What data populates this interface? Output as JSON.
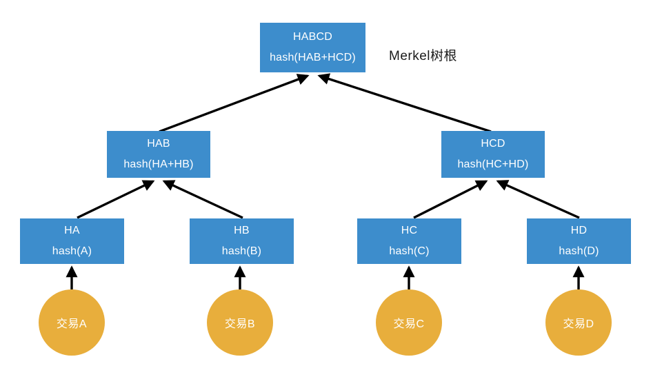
{
  "diagram": {
    "title_label": "Merkel树根",
    "colors": {
      "node_fill": "#3d8dcc",
      "node_text": "#ffffff",
      "tx_fill": "#e8ae3c",
      "tx_text": "#ffffff",
      "edge": "#000000",
      "background": "#ffffff",
      "label_text": "#1a1a1a"
    },
    "nodes": {
      "root": {
        "name": "HABCD",
        "hash": "hash(HAB+HCD)"
      },
      "branch_left": {
        "name": "HAB",
        "hash": "hash(HA+HB)"
      },
      "branch_right": {
        "name": "HCD",
        "hash": "hash(HC+HD)"
      },
      "leaf_a": {
        "name": "HA",
        "hash": "hash(A)"
      },
      "leaf_b": {
        "name": "HB",
        "hash": "hash(B)"
      },
      "leaf_c": {
        "name": "HC",
        "hash": "hash(C)"
      },
      "leaf_d": {
        "name": "HD",
        "hash": "hash(D)"
      }
    },
    "transactions": [
      {
        "label": "交易A"
      },
      {
        "label": "交易B"
      },
      {
        "label": "交易C"
      },
      {
        "label": "交易D"
      }
    ]
  }
}
